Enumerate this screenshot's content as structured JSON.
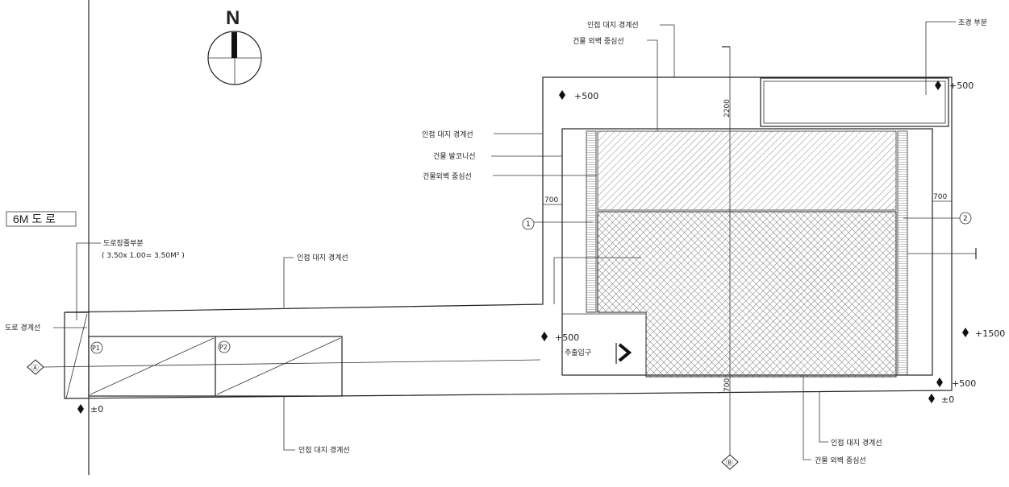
{
  "north": "N",
  "road_label": "6M 도 로",
  "road_corner": {
    "title": "도로잠줄부분",
    "formula": "( 3.50x 1.00= 3.50M² )"
  },
  "labels": {
    "neighbor_boundary": "인접 대지 경계선",
    "building_wall_center": "건물 외벽 중심선",
    "building_wall_center_nospace": "건물외벽 중심선",
    "building_balcony": "건물 발코니선",
    "landscape": "조경 부분",
    "road_boundary": "도로 경계선",
    "main_entrance": "주출입구"
  },
  "levels": {
    "plus500": "+500",
    "plus1500": "+1500",
    "zero": "±0"
  },
  "dims": {
    "top": "2200",
    "left_700": "700",
    "right_700": "700",
    "bottom_700": "700"
  },
  "grid_markers": {
    "g1": "1",
    "g2": "2",
    "ga": "Ⓐ",
    "gb": "Ⓑ"
  },
  "parking": {
    "p1": "P1",
    "p2": "P2"
  }
}
